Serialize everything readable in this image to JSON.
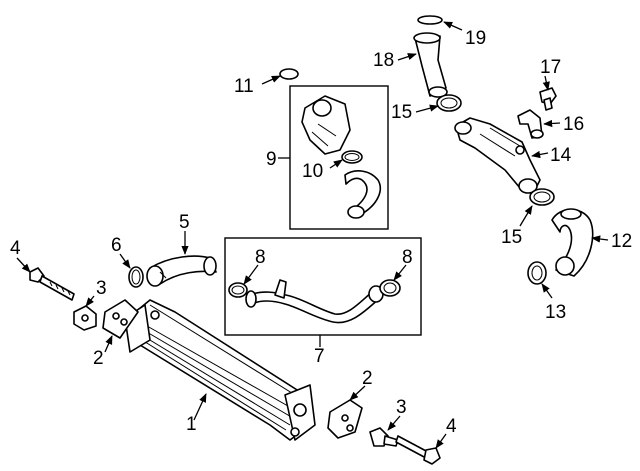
{
  "callouts": {
    "c1": "1",
    "c2a": "2",
    "c2b": "2",
    "c3a": "3",
    "c3b": "3",
    "c4a": "4",
    "c4b": "4",
    "c5": "5",
    "c6": "6",
    "c7": "7",
    "c8a": "8",
    "c8b": "8",
    "c9": "9",
    "c10": "10",
    "c11": "11",
    "c12": "12",
    "c13": "13",
    "c14": "14",
    "c15a": "15",
    "c15b": "15",
    "c16": "16",
    "c17": "17",
    "c18": "18",
    "c19": "19"
  }
}
